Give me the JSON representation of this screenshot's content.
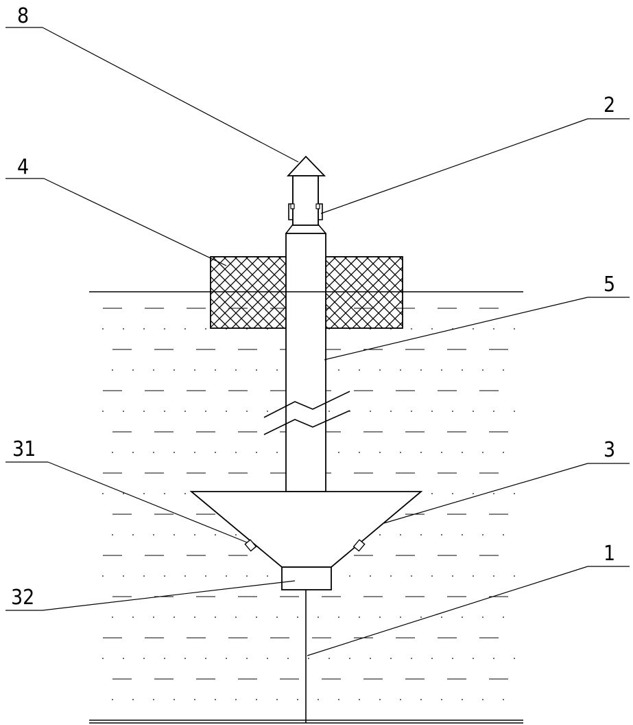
{
  "labels": {
    "l8": "8",
    "l2": "2",
    "l4": "4",
    "l5": "5",
    "l31": "31",
    "l3": "3",
    "l32": "32",
    "l1": "1"
  }
}
